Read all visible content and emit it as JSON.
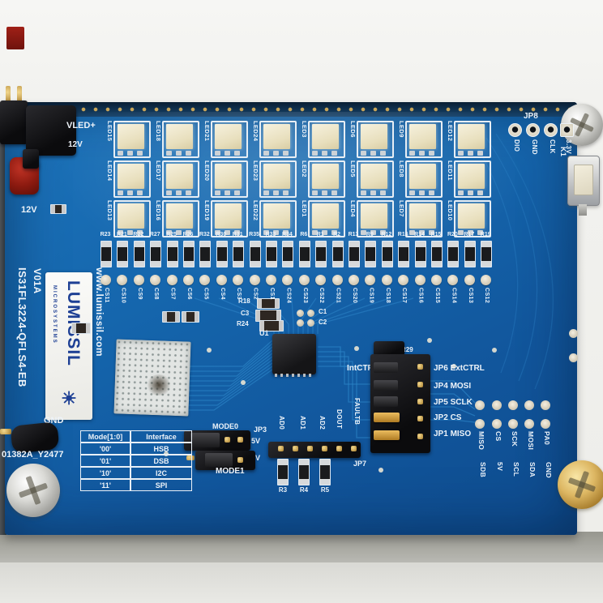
{
  "board": {
    "part_number": "IS31FL3224-QFLS4-EB",
    "version": "V01A",
    "website": "www.lumissil.com",
    "brand": "LUMISSIL",
    "brand_sub": "MICROSYSTEMS",
    "serial": "01382A_Y2477"
  },
  "power": {
    "vled_label": "VLED+",
    "vled_voltage": "12V",
    "jack_voltage": "12V",
    "gnd_label": "GND"
  },
  "led_grid": {
    "rows": [
      [
        "LED15",
        "LED18",
        "LED21",
        "LED24",
        "LED3",
        "LED6",
        "LED9",
        "LED12"
      ],
      [
        "LED14",
        "LED17",
        "LED20",
        "LED23",
        "LED2",
        "LED5",
        "LED8",
        "LED11"
      ],
      [
        "LED13",
        "LED16",
        "LED19",
        "LED22",
        "LED1",
        "LED4",
        "LED7",
        "LED10"
      ]
    ]
  },
  "resistor_row": [
    "R23",
    "R21",
    "R22",
    "R27",
    "R25",
    "R26",
    "R32",
    "R30",
    "R31",
    "R35",
    "R33",
    "R34",
    "R6",
    "R1",
    "R2",
    "R13",
    "R9",
    "R12",
    "R16",
    "R14",
    "R15",
    "R20",
    "R17",
    "R19"
  ],
  "cs_row": [
    "CS11",
    "CS10",
    "CS9",
    "CS8",
    "CS7",
    "CS6",
    "CS5",
    "CS4",
    "CS3",
    "CS2",
    "CS1",
    "CS24",
    "CS23",
    "CS22",
    "CS21",
    "CS20",
    "CS19",
    "CS18",
    "CS17",
    "CS16",
    "CS15",
    "CS14",
    "CS13",
    "CS12"
  ],
  "jp8": {
    "label": "JP8",
    "pins": [
      "DIO",
      "GND",
      "CLK",
      "3.3V"
    ]
  },
  "k1": {
    "label": "K1"
  },
  "center": {
    "u1": "U1",
    "r18": "R18",
    "c3": "C3",
    "r24": "R24",
    "c1": "C1",
    "c2": "C2",
    "r29": "R29"
  },
  "ctrl_block": {
    "int_label": "IntCTRL",
    "rows": [
      "JP6 ExtCTRL",
      "JP4 MOSI",
      "JP5 SCLK",
      "JP2 CS",
      "JP1 MISO"
    ]
  },
  "right_pads": {
    "row1": [
      "MISO",
      "CS",
      "SCK",
      "MOSI",
      "PA0"
    ],
    "row2": [
      "SDB",
      "5V",
      "SCL",
      "SDA",
      "GND"
    ]
  },
  "mode_jumpers": {
    "mode0": "MODE0",
    "jp3": "JP3",
    "v1": "5V",
    "v2": "5V",
    "mode1": "MODE1"
  },
  "jp7": {
    "label": "JP7",
    "pins": [
      "AD0",
      "AD1",
      "AD2",
      "DOUT",
      "FAULTB"
    ],
    "resistors": [
      "R3",
      "R4",
      "R5"
    ]
  },
  "mode_table": {
    "headers": [
      "Mode[1:0]",
      "Interface"
    ],
    "rows": [
      [
        "'00'",
        "HSB"
      ],
      [
        "'01'",
        "DSB"
      ],
      [
        "'10'",
        "I2C"
      ],
      [
        "'11'",
        "SPI"
      ]
    ]
  },
  "colors": {
    "board": "#1566ad",
    "silkscreen": "#edf3f9",
    "led": "#e9e2c8",
    "gold": "#c9a24a",
    "jumper": "#cf9a40",
    "red_jack": "#a11c12"
  }
}
